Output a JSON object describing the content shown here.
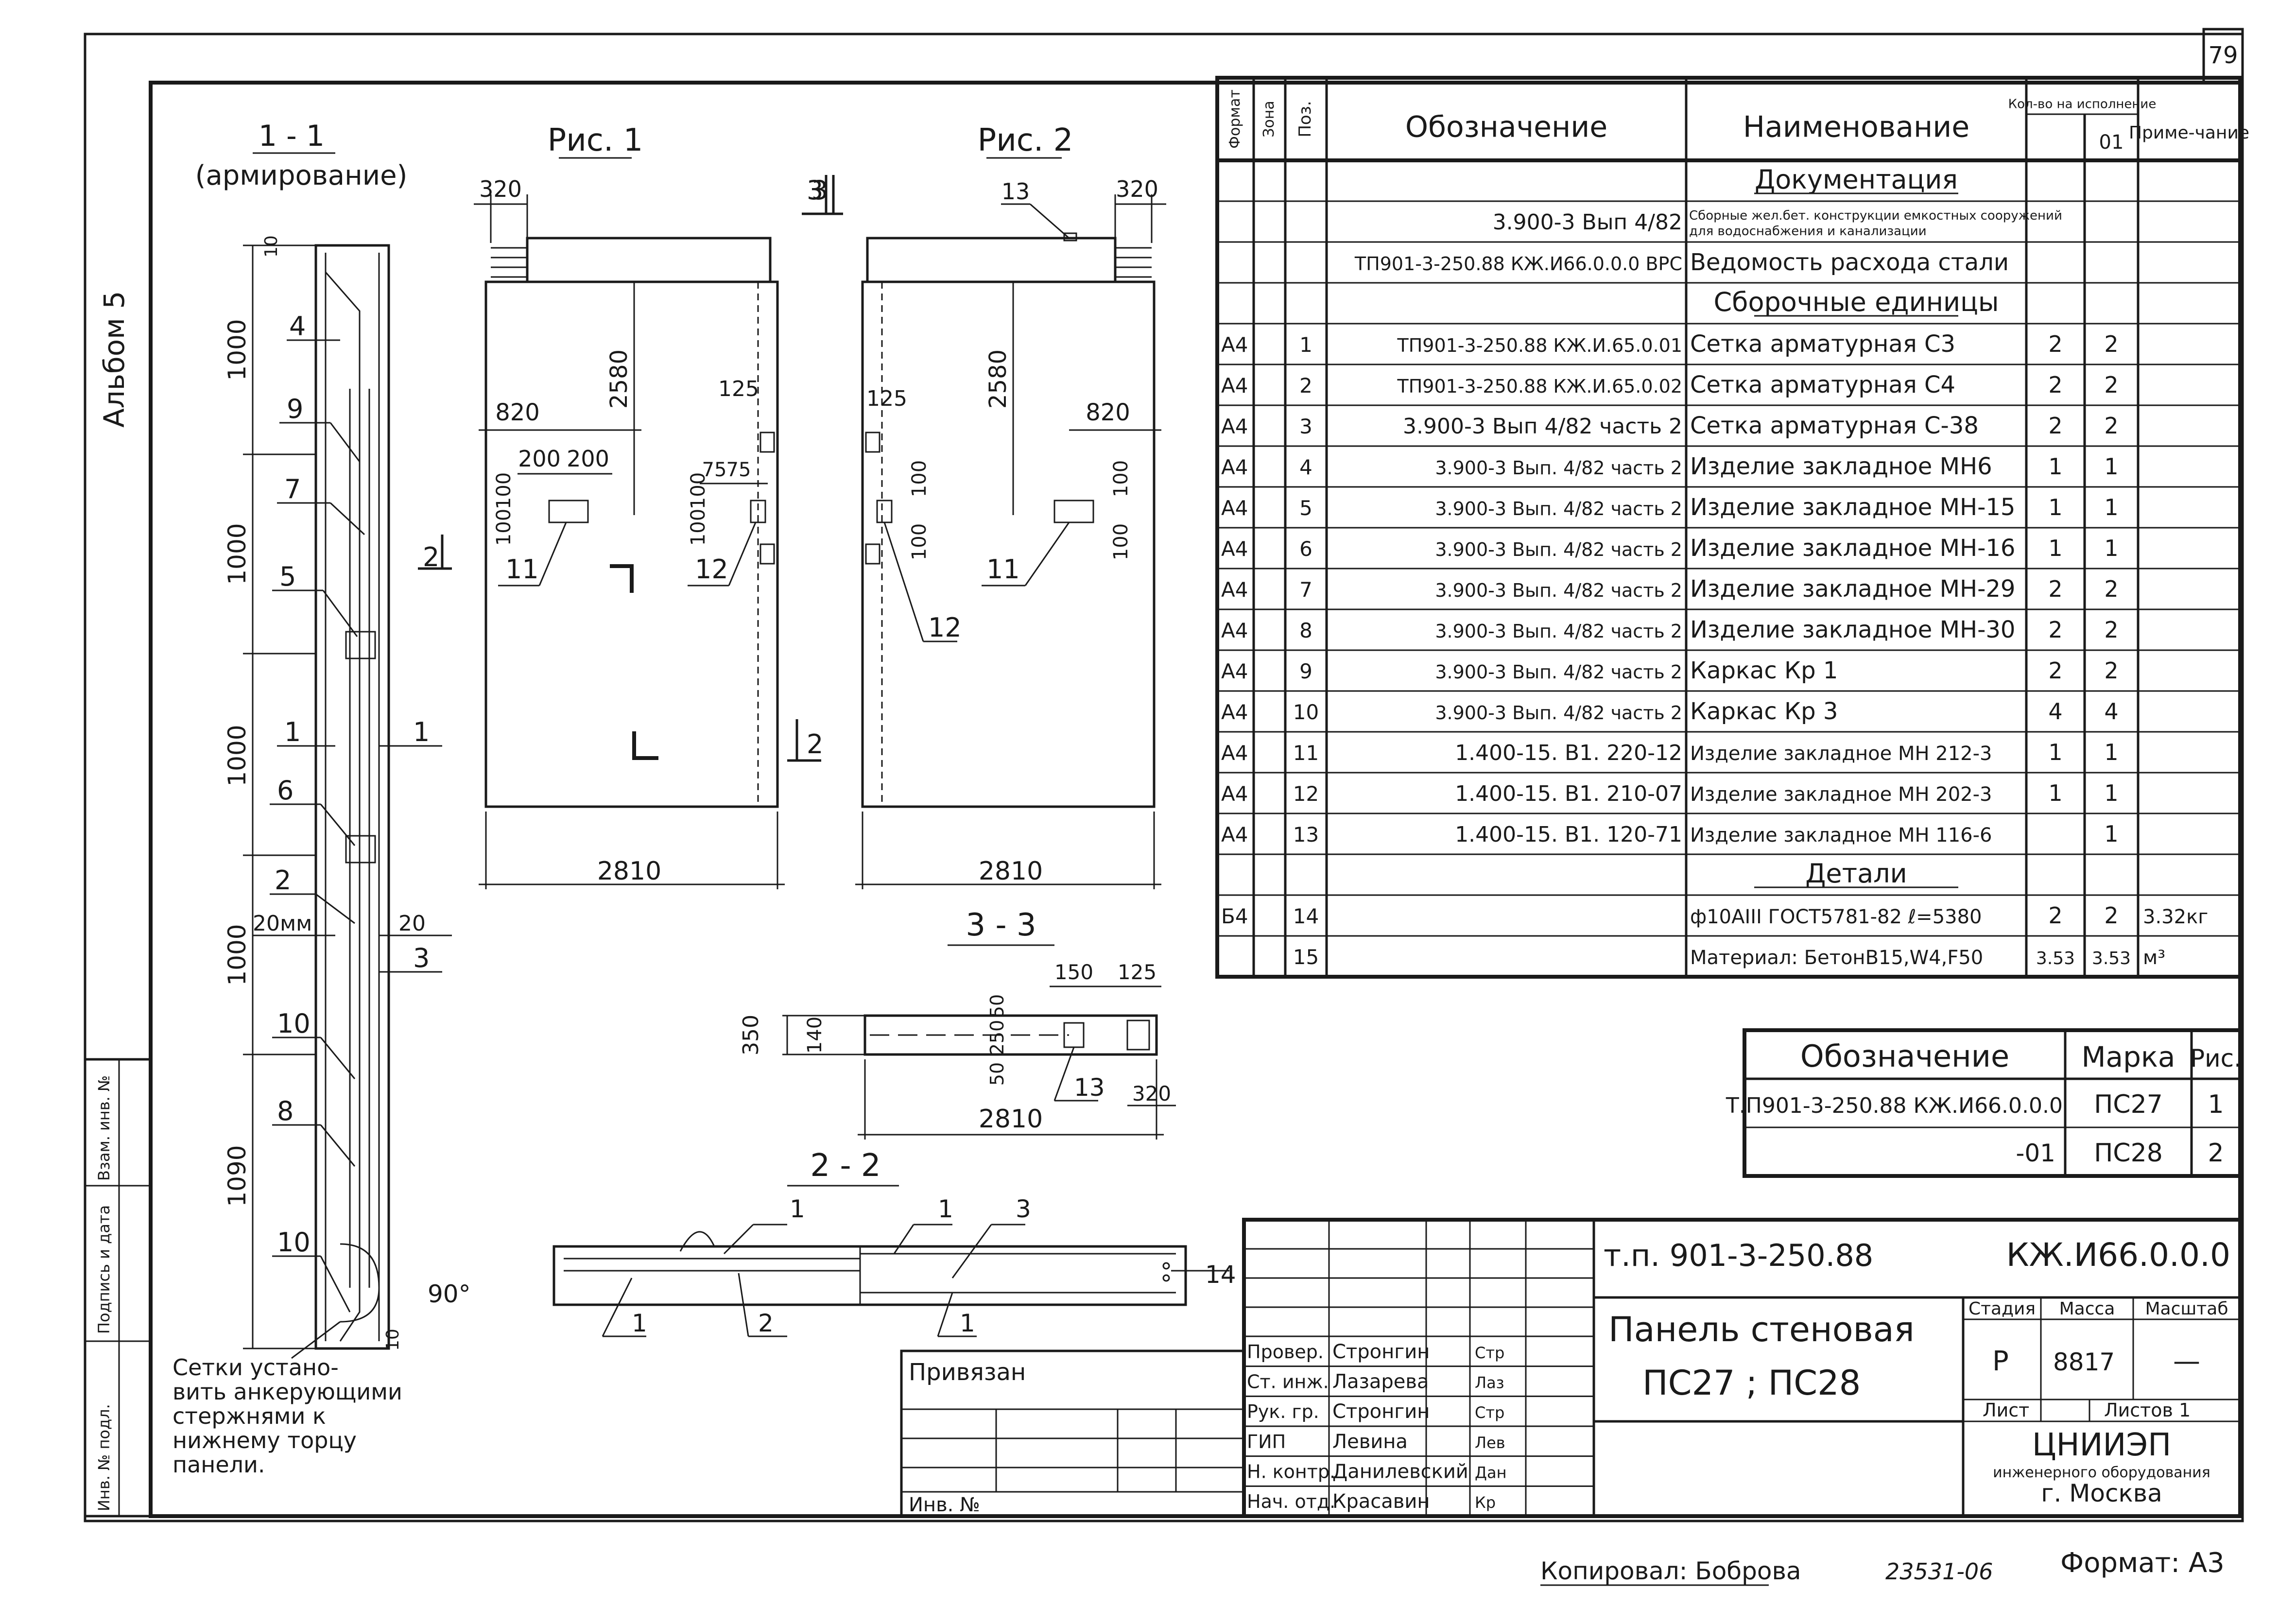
{
  "sheet": {
    "page_number": "79",
    "album_label": "Альбом 5",
    "copied_label": "Копировал: Боброва",
    "doc_number": "23531-06",
    "format_label": "Формат: А3",
    "left_strip": [
      "Инв. № подл.",
      "Подпись и дата",
      "Взам. инв. №"
    ]
  },
  "views": {
    "section_1_1": {
      "title": "1 - 1",
      "subtitle": "(армирование)",
      "dims": [
        "1000",
        "1000",
        "1000",
        "1000",
        "1090",
        "10",
        "10",
        "20мм",
        "20",
        "90°"
      ],
      "labels": [
        "4",
        "9",
        "7",
        "5",
        "1",
        "1",
        "6",
        "2",
        "3",
        "10",
        "8",
        "10"
      ],
      "section_mark": "2",
      "note": [
        "Сетки устано-",
        "вить анкерующими",
        "стержнями к",
        "нижнему торцу",
        "панели."
      ]
    },
    "fig1": {
      "title": "Рис. 1",
      "dims": [
        "320",
        "2580",
        "820",
        "200",
        "200",
        "100",
        "100",
        "100",
        "100",
        "125",
        "75",
        "75",
        "2810"
      ],
      "labels": [
        "11",
        "12"
      ],
      "marks": [
        "3",
        "2"
      ]
    },
    "fig2": {
      "title": "Рис. 2",
      "dims": [
        "13",
        "320",
        "2580",
        "125",
        "820",
        "100",
        "100",
        "100",
        "100",
        "2810"
      ],
      "labels": [
        "12",
        "11"
      ],
      "marks": [
        "3"
      ]
    },
    "section_3_3": {
      "title": "3 - 3",
      "dims": [
        "150",
        "125",
        "350",
        "140",
        "50",
        "250",
        "50",
        "320",
        "2810"
      ],
      "labels": [
        "13"
      ]
    },
    "section_2_2": {
      "title": "2 - 2",
      "labels": [
        "1",
        "1",
        "3",
        "2",
        "1",
        "1",
        "14"
      ]
    }
  },
  "spec": {
    "headers": [
      "Формат",
      "Зона",
      "Поз.",
      "Обозначение",
      "Наименование",
      "Кол-во на исполнение",
      "01",
      "Приме-чание"
    ],
    "rows": [
      {
        "fmt": "",
        "pos": "",
        "des": "",
        "name": "Документация",
        "q1": "",
        "q2": "",
        "note": "",
        "section": true
      },
      {
        "fmt": "",
        "pos": "",
        "des": "3.900-3 Вып 4/82",
        "name": "Сборные жел.бет. конструкции емкостных сооружений для водоснабжения и канализации",
        "q1": "",
        "q2": "",
        "note": ""
      },
      {
        "fmt": "",
        "pos": "",
        "des": "ТП901-3-250.88 КЖ.И66.0.0.0 ВРС",
        "name": "Ведомость расхода стали",
        "q1": "",
        "q2": "",
        "note": ""
      },
      {
        "fmt": "",
        "pos": "",
        "des": "",
        "name": "Сборочные единицы",
        "q1": "",
        "q2": "",
        "note": "",
        "section": true
      },
      {
        "fmt": "А4",
        "pos": "1",
        "des": "ТП901-3-250.88 КЖ.И.65.0.01",
        "name": "Сетка арматурная С3",
        "q1": "2",
        "q2": "2",
        "note": ""
      },
      {
        "fmt": "А4",
        "pos": "2",
        "des": "ТП901-3-250.88 КЖ.И.65.0.02",
        "name": "Сетка арматурная С4",
        "q1": "2",
        "q2": "2",
        "note": ""
      },
      {
        "fmt": "А4",
        "pos": "3",
        "des": "3.900-3 Вып 4/82 часть 2",
        "name": "Сетка арматурная С-38",
        "q1": "2",
        "q2": "2",
        "note": ""
      },
      {
        "fmt": "А4",
        "pos": "4",
        "des": "3.900-3 Вып. 4/82 часть 2",
        "name": "Изделие закладное МН6",
        "q1": "1",
        "q2": "1",
        "note": ""
      },
      {
        "fmt": "А4",
        "pos": "5",
        "des": "3.900-3 Вып. 4/82 часть 2",
        "name": "Изделие закладное МН-15",
        "q1": "1",
        "q2": "1",
        "note": ""
      },
      {
        "fmt": "А4",
        "pos": "6",
        "des": "3.900-3 Вып. 4/82 часть 2",
        "name": "Изделие закладное МН-16",
        "q1": "1",
        "q2": "1",
        "note": ""
      },
      {
        "fmt": "А4",
        "pos": "7",
        "des": "3.900-3 Вып. 4/82 часть 2",
        "name": "Изделие закладное МН-29",
        "q1": "2",
        "q2": "2",
        "note": ""
      },
      {
        "fmt": "А4",
        "pos": "8",
        "des": "3.900-3 Вып. 4/82 часть 2",
        "name": "Изделие закладное МН-30",
        "q1": "2",
        "q2": "2",
        "note": ""
      },
      {
        "fmt": "А4",
        "pos": "9",
        "des": "3.900-3 Вып. 4/82 часть 2",
        "name": "Каркас Кр 1",
        "q1": "2",
        "q2": "2",
        "note": ""
      },
      {
        "fmt": "А4",
        "pos": "10",
        "des": "3.900-3 Вып. 4/82 часть 2",
        "name": "Каркас Кр 3",
        "q1": "4",
        "q2": "4",
        "note": ""
      },
      {
        "fmt": "А4",
        "pos": "11",
        "des": "1.400-15. В1. 220-12",
        "name": "Изделие закладное МН 212-3",
        "q1": "1",
        "q2": "1",
        "note": ""
      },
      {
        "fmt": "А4",
        "pos": "12",
        "des": "1.400-15. В1. 210-07",
        "name": "Изделие закладное МН 202-3",
        "q1": "1",
        "q2": "1",
        "note": ""
      },
      {
        "fmt": "А4",
        "pos": "13",
        "des": "1.400-15. В1. 120-71",
        "name": "Изделие закладное МН 116-6",
        "q1": "",
        "q2": "1",
        "note": ""
      },
      {
        "fmt": "",
        "pos": "",
        "des": "",
        "name": "Детали",
        "q1": "",
        "q2": "",
        "note": "",
        "section": true
      },
      {
        "fmt": "Б4",
        "pos": "14",
        "des": "",
        "name": "ф10АIII ГОСТ5781-82 ℓ=5380",
        "q1": "2",
        "q2": "2",
        "note": "3.32кг"
      },
      {
        "fmt": "",
        "pos": "15",
        "des": "",
        "name": "Материал: БетонВ15,W4,F50",
        "q1": "3.53",
        "q2": "3.53",
        "note": "м³"
      }
    ]
  },
  "marks_table": {
    "headers": [
      "Обозначение",
      "Марка",
      "Рис."
    ],
    "rows": [
      [
        "Т.П901-3-250.88 КЖ.И66.0.0.0",
        "ПС27",
        "1"
      ],
      [
        "-01",
        "ПС28",
        "2"
      ]
    ]
  },
  "title_block": {
    "project": "т.п. 901-3-250.88",
    "code": "КЖ.И66.0.0.0",
    "title_line1": "Панель стеновая",
    "title_line2": "ПС27 ; ПС28",
    "stage_header": "Стадия",
    "mass_header": "Масса",
    "scale_header": "Масштаб",
    "stage": "Р",
    "mass": "8817",
    "scale": "—",
    "sheet_label": "Лист",
    "sheets_label": "Листов 1",
    "org1": "ЦНИИЭП",
    "org2": "инженерного оборудования",
    "org3": "г. Москва",
    "bound_label": "Привязан",
    "inv_label": "Инв. №",
    "sign_rows": [
      [
        "Провер.",
        "Стронгин",
        "Стр"
      ],
      [
        "Ст. инж.",
        "Лазарева",
        "Лаз"
      ],
      [
        "Рук. гр.",
        "Стронгин",
        "Стр"
      ],
      [
        "ГИП",
        "Левина",
        "Лев"
      ],
      [
        "Н. контр.",
        "Данилевский",
        "Дан"
      ],
      [
        "Нач. отд.",
        "Красавин",
        "Кр"
      ]
    ]
  }
}
